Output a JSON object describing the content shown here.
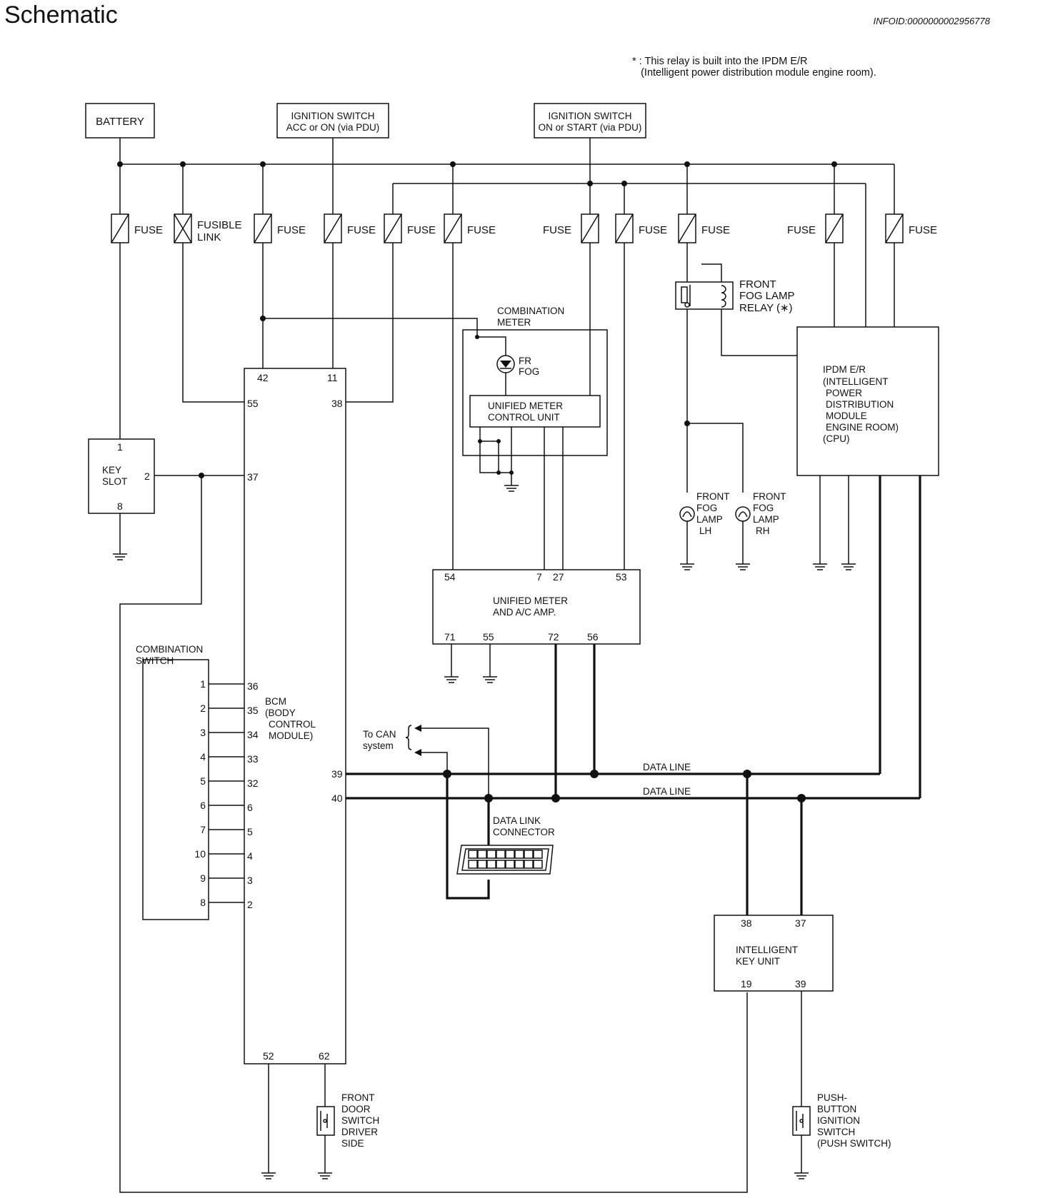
{
  "page": {
    "title": "Schematic",
    "info_id": "INFOID:0000000002956778",
    "relay_note": {
      "line1": "* : This relay is built into the IPDM E/R",
      "line2": "   (Intelligent power distribution module engine room)."
    }
  },
  "labels": {
    "battery": "BATTERY",
    "ign_acc_1": "IGNITION SWITCH",
    "ign_acc_2": "ACC or ON (via PDU)",
    "ign_on_1": "IGNITION SWITCH",
    "ign_on_2": "ON or START (via PDU)",
    "fuse": "FUSE",
    "fusible_1": "FUSIBLE",
    "fusible_2": "LINK",
    "relay_1": "FRONT",
    "relay_2": "FOG LAMP",
    "relay_3": "RELAY (∗)",
    "combo_meter_1": "COMBINATION",
    "combo_meter_2": "METER",
    "fr_fog_1": "FR",
    "fr_fog_2": "FOG",
    "umcu_1": "UNIFIED METER",
    "umcu_2": "CONTROL UNIT",
    "ipdm_1": "IPDM E/R",
    "ipdm_2": "(INTELLIGENT",
    "ipdm_3": "POWER",
    "ipdm_4": "DISTRIBUTION",
    "ipdm_5": "MODULE",
    "ipdm_6": "ENGINE ROOM)",
    "ipdm_7": "(CPU)",
    "lamp_lh_1": "FRONT",
    "lamp_lh_2": "FOG",
    "lamp_lh_3": "LAMP",
    "lamp_lh_4": "LH",
    "lamp_rh_1": "FRONT",
    "lamp_rh_2": "FOG",
    "lamp_rh_3": "LAMP",
    "lamp_rh_4": "RH",
    "key_slot_1": "KEY",
    "key_slot_2": "SLOT",
    "umac_1": "UNIFIED METER",
    "umac_2": "AND A/C AMP.",
    "combo_switch_1": "COMBINATION",
    "combo_switch_2": "SWITCH",
    "bcm_1": "BCM",
    "bcm_2": "(BODY",
    "bcm_3": "CONTROL",
    "bcm_4": "MODULE)",
    "can_1": "To CAN",
    "can_2": "system",
    "data_line": "DATA LINE",
    "dlc_1": "DATA LINK",
    "dlc_2": "CONNECTOR",
    "iku_1": "INTELLIGENT",
    "iku_2": "KEY UNIT",
    "door_1": "FRONT",
    "door_2": "DOOR",
    "door_3": "SWITCH",
    "door_4": "DRIVER",
    "door_5": "SIDE",
    "push_1": "PUSH-",
    "push_2": "BUTTON",
    "push_3": "IGNITION",
    "push_4": "SWITCH",
    "push_5": "(PUSH SWITCH)"
  },
  "pins": {
    "bcm_42": "42",
    "bcm_11": "11",
    "bcm_55": "55",
    "bcm_38": "38",
    "bcm_37": "37",
    "bcm_36": "36",
    "bcm_35": "35",
    "bcm_34": "34",
    "bcm_33": "33",
    "bcm_32": "32",
    "bcm_6": "6",
    "bcm_5": "5",
    "bcm_4": "4",
    "bcm_3": "3",
    "bcm_2": "2",
    "bcm_39": "39",
    "bcm_40": "40",
    "bcm_52": "52",
    "bcm_62": "62",
    "ks_1": "1",
    "ks_2": "2",
    "ks_8": "8",
    "cs_1": "1",
    "cs_2": "2",
    "cs_3": "3",
    "cs_4": "4",
    "cs_5": "5",
    "cs_6": "6",
    "cs_7": "7",
    "cs_10": "10",
    "cs_9": "9",
    "cs_8": "8",
    "um_54": "54",
    "um_7": "7",
    "um_27": "27",
    "um_53": "53",
    "um_71": "71",
    "um_55": "55",
    "um_72": "72",
    "um_56": "56",
    "iku_38": "38",
    "iku_37": "37",
    "iku_19": "19",
    "iku_39": "39"
  }
}
